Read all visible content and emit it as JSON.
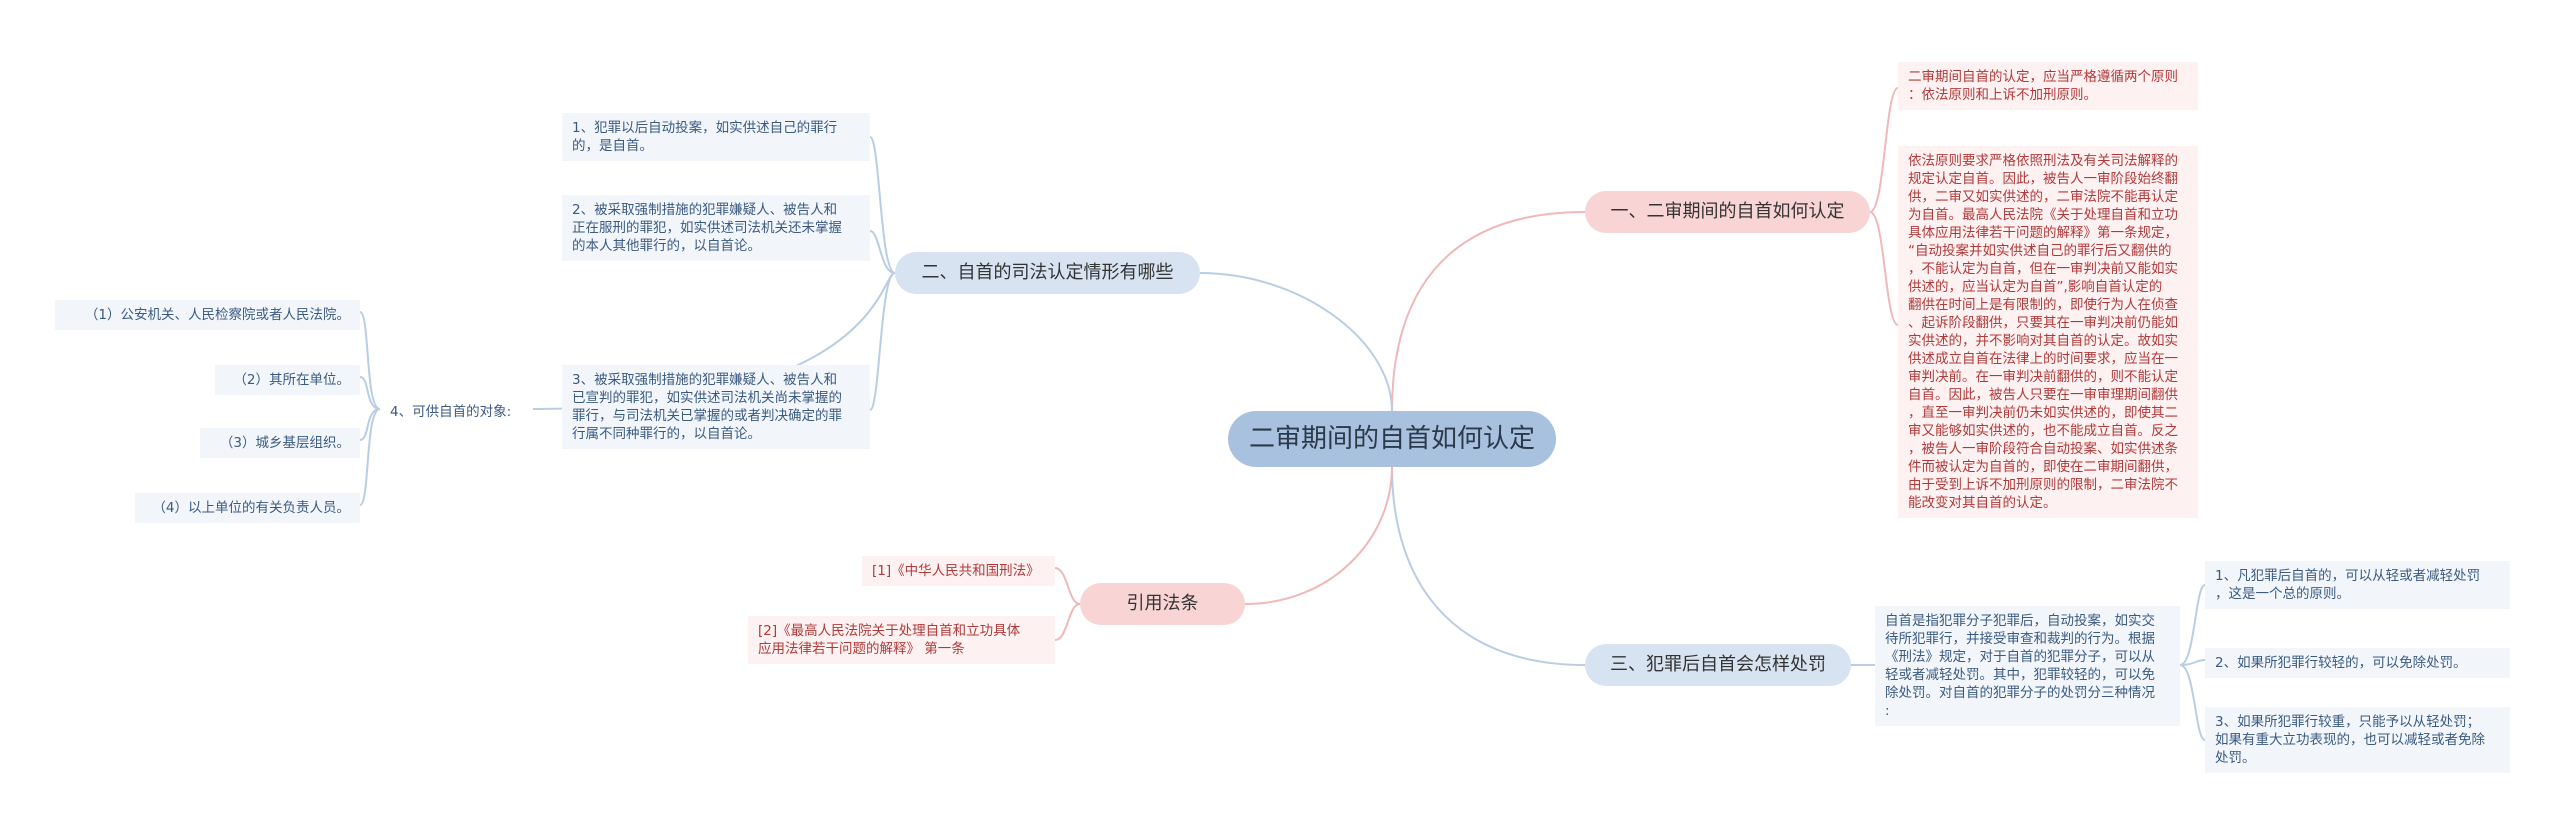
{
  "center": "二审期间的自首如何认定",
  "branches": {
    "b1": {
      "label": "一、二审期间的自首如何认定",
      "leaf1": "二审期间自首的认定，应当严格遵循两个原则\n：依法原则和上诉不加刑原则。",
      "leaf2": "依法原则要求严格依照刑法及有关司法解释的\n规定认定自首。因此，被告人一审阶段始终翻\n供，二审又如实供述的，二审法院不能再认定\n为自首。最高人民法院《关于处理自首和立功\n具体应用法律若干问题的解释》第一条规定，\n“自动投案并如实供述自己的罪行后又翻供的\n，不能认定为自首，但在一审判决前又能如实\n供述的，应当认定为自首”,影响自首认定的\n翻供在时间上是有限制的，即使行为人在侦查\n、起诉阶段翻供，只要其在一审判决前仍能如\n实供述的，并不影响对其自首的认定。故如实\n供述成立自首在法律上的时间要求，应当在一\n审判决前。在一审判决前翻供的，则不能认定\n自首。因此，被告人只要在一审审理期间翻供\n，直至一审判决前仍未如实供述的，即使其二\n审又能够如实供述的，也不能成立自首。反之\n，被告人一审阶段符合自动投案、如实供述条\n件而被认定为自首的，即使在二审期间翻供，\n由于受到上诉不加刑原则的限制，二审法院不\n能改变对其自首的认定。"
    },
    "b2": {
      "label": "二、自首的司法认定情形有哪些",
      "leaf1": "1、犯罪以后自动投案，如实供述自己的罪行\n的，是自首。",
      "leaf2": "2、被采取强制措施的犯罪嫌疑人、被告人和\n正在服刑的罪犯，如实供述司法机关还未掌握\n的本人其他罪行的，以自首论。",
      "leaf3": "3、被采取强制措施的犯罪嫌疑人、被告人和\n已宣判的罪犯，如实供述司法机关尚未掌握的\n罪行，与司法机关已掌握的或者判决确定的罪\n行属不同种罪行的，以自首论。",
      "leaf4": "4、可供自首的对象:",
      "subs": [
        "（1）公安机关、人民检察院或者人民法院。",
        "（2）其所在单位。",
        "（3）城乡基层组织。",
        "（4）以上单位的有关负责人员。"
      ]
    },
    "b3": {
      "label": "三、犯罪后自首会怎样处罚",
      "desc": "自首是指犯罪分子犯罪后，自动投案，如实交\n待所犯罪行，并接受审查和裁判的行为。根据\n《刑法》规定，对于自首的犯罪分子，可以从\n轻或者减轻处罚。其中，犯罪较轻的，可以免\n除处罚。对自首的犯罪分子的处罚分三种情况\n:",
      "items": [
        "1、凡犯罪后自首的，可以从轻或者减轻处罚\n，这是一个总的原则。",
        "2、如果所犯罪行较轻的，可以免除处罚。",
        "3、如果所犯罪行较重，只能予以从轻处罚；\n如果有重大立功表现的，也可以减轻或者免除\n处罚。"
      ]
    },
    "b4": {
      "label": "引用法条",
      "law1": "[1]《中华人民共和国刑法》",
      "law2": "[2]《最高人民法院关于处理自首和立功具体\n应用法律若干问题的解释》 第一条"
    }
  },
  "colors": {
    "blue_line": "#b9cde4",
    "pink_line": "#f0b8b8"
  }
}
